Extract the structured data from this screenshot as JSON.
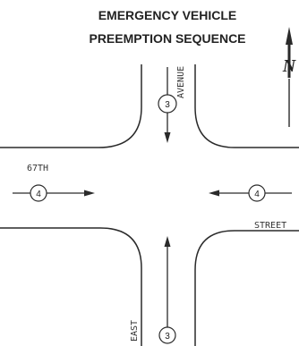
{
  "title": {
    "line1": "EMERGENCY VEHICLE",
    "line2": "PREEMPTION SEQUENCE"
  },
  "streets": {
    "avenue_top": "AVENUE",
    "avenue_bottom": "EAST",
    "street_left": "67TH",
    "street_right": "STREET"
  },
  "phases": {
    "southbound": "3",
    "northbound": "3",
    "eastbound": "4",
    "westbound": "4"
  },
  "north_arrow": {
    "letter": "N"
  }
}
